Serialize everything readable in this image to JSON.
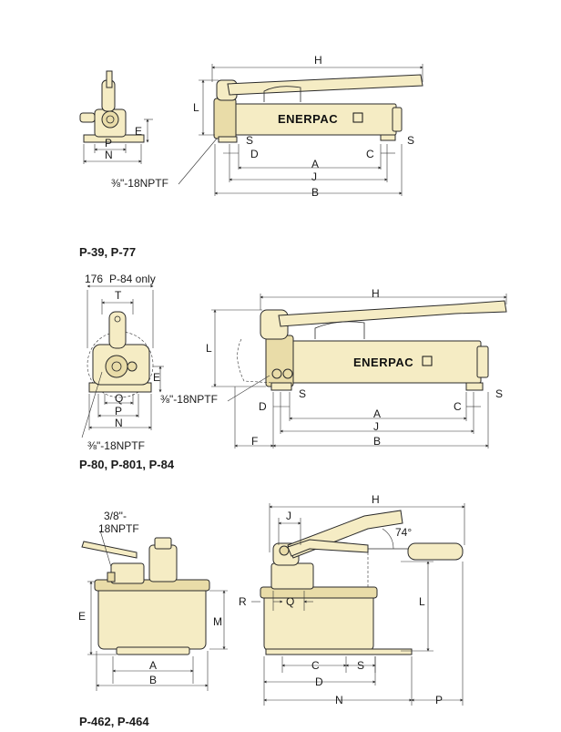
{
  "captions": {
    "p39": "P-39, P-77",
    "p80": "P-80, P-801, P-84",
    "p462": "P-462, P-464"
  },
  "brand": "ENERPAC",
  "p39": {
    "H": "H",
    "L": "L",
    "E": "E",
    "P": "P",
    "N": "N",
    "S1": "S",
    "S2": "S",
    "D": "D",
    "C": "C",
    "A": "A",
    "J": "J",
    "B": "B",
    "port": "⅜\"-18NPTF"
  },
  "p80": {
    "dim176": "176",
    "p84only": "P-84 only",
    "T": "T",
    "H": "H",
    "L": "L",
    "E": "E",
    "Q": "Q",
    "P": "P",
    "N": "N",
    "port1": "⅜\"-18NPTF",
    "port2": "⅜\"-18NPTF",
    "S1": "S",
    "S2": "S",
    "D": "D",
    "C": "C",
    "A": "A",
    "J": "J",
    "F": "F",
    "B": "B"
  },
  "p462": {
    "port_line1": "3/8\"-",
    "port_line2": "18NPTF",
    "E": "E",
    "M": "M",
    "A": "A",
    "B": "B",
    "H": "H",
    "J": "J",
    "angle": "74°",
    "R": "R",
    "Q": "Q",
    "L": "L",
    "C": "C",
    "S": "S",
    "D": "D",
    "N": "N",
    "P": "P"
  }
}
